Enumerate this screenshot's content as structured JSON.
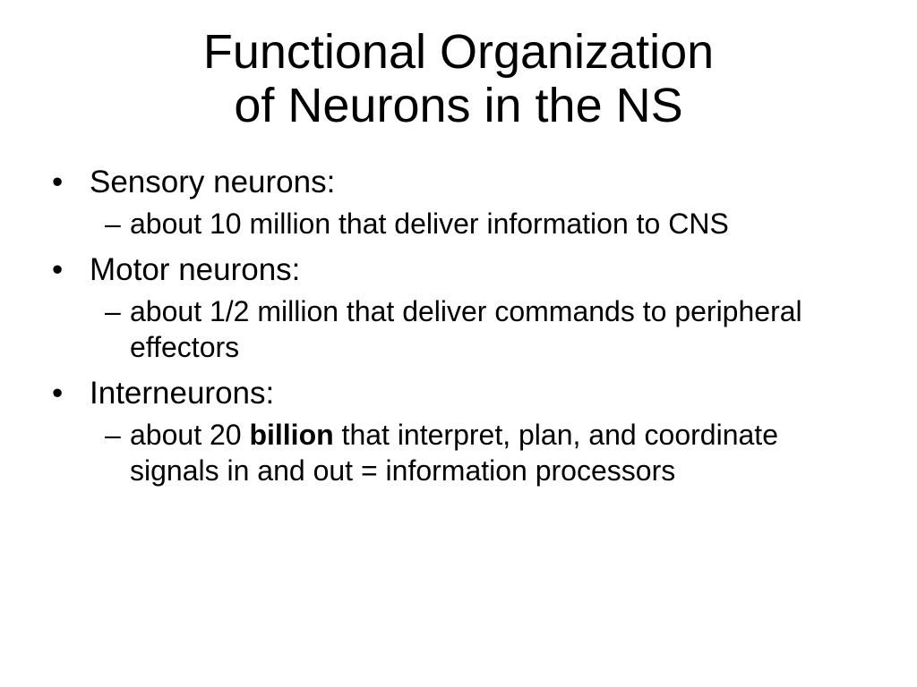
{
  "title": {
    "line1": "Functional Organization",
    "line2": "of Neurons in the NS"
  },
  "bullets": [
    {
      "marker": "•",
      "label": "Sensory neurons:",
      "sub": {
        "marker": "–",
        "text": "about 10 million that deliver information to CNS"
      }
    },
    {
      "marker": "•",
      "label": "Motor neurons:",
      "sub": {
        "marker": "–",
        "text": "about 1/2 million that deliver commands to peripheral effectors"
      }
    },
    {
      "marker": "•",
      "label": "Interneurons:",
      "sub": {
        "marker": "–",
        "prefix": "about 20 ",
        "bold": "billion",
        "suffix": " that interpret, plan, and coordinate signals in and out = information processors"
      }
    }
  ]
}
